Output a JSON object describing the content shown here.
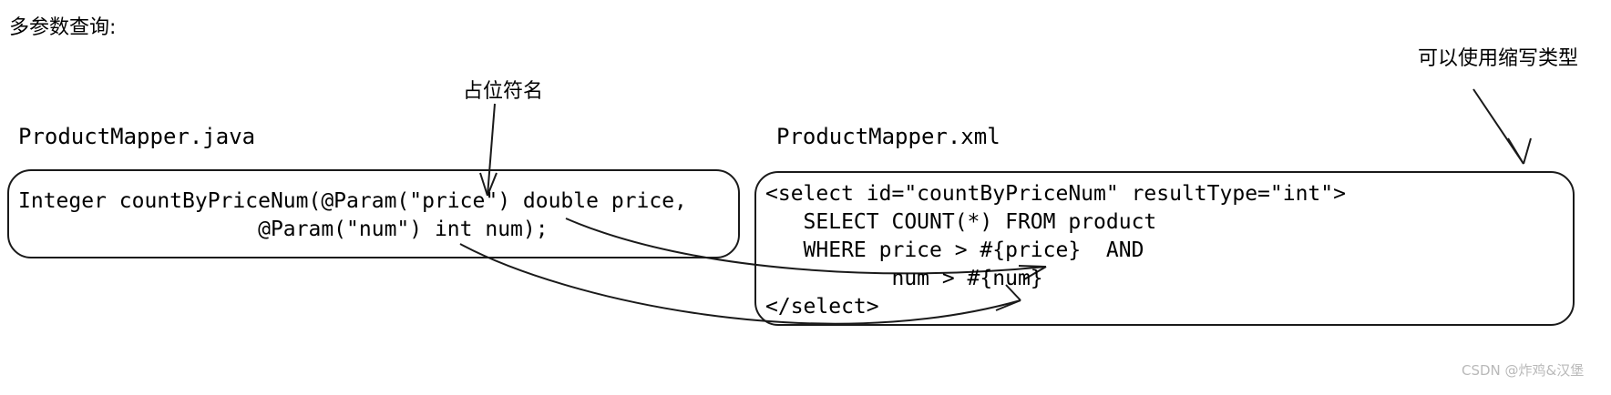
{
  "heading": "多参数查询:",
  "annotations": {
    "placeholder_name": "占位符名",
    "shorthand_type": "可以使用缩写类型"
  },
  "java_panel": {
    "label": "ProductMapper.java",
    "code": "Integer countByPriceNum(@Param(\"price\") double price,\n                   @Param(\"num\") int num);"
  },
  "xml_panel": {
    "label": "ProductMapper.xml",
    "code": "<select id=\"countByPriceNum\" resultType=\"int\">\n   SELECT COUNT(*) FROM product\n   WHERE price > #{price}  AND\n          num > #{num}\n</select>"
  },
  "watermark": "CSDN @炸鸡&汉堡",
  "colors": {
    "ink": "#1a1a1a",
    "background": "#ffffff",
    "watermark": "#b9b9b9"
  }
}
